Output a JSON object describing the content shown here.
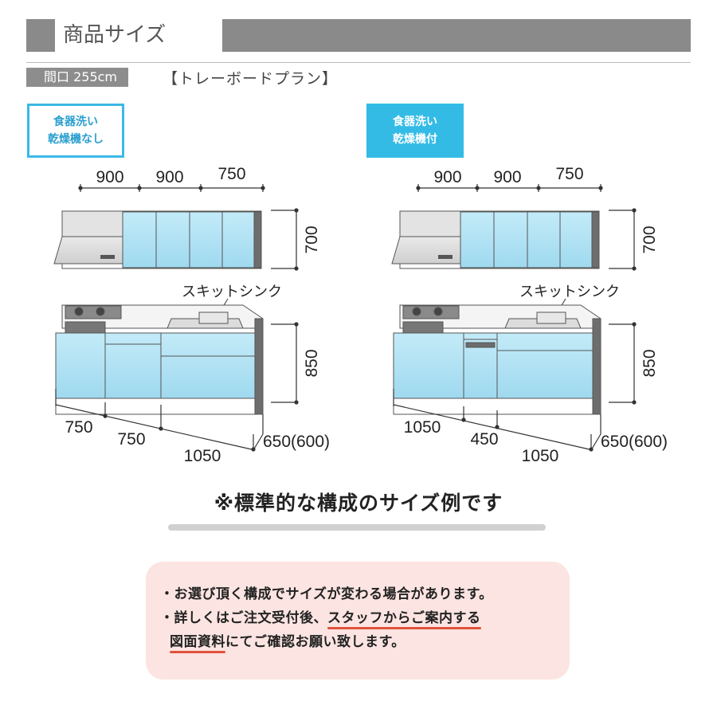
{
  "header": {
    "title": "商品サイズ",
    "spec_tag": "間口 255cm",
    "plan_label": "【トレーボードプラン】"
  },
  "left_plan": {
    "badge_line1": "食器洗い",
    "badge_line2": "乾燥機なし",
    "upper_widths": [
      "900",
      "900",
      "750"
    ],
    "upper_height": "700",
    "sink_label": "スキットシンク",
    "lower_height": "850",
    "lower_widths": [
      "750",
      "750",
      "1050"
    ],
    "depth": "650(600)"
  },
  "right_plan": {
    "badge_line1": "食器洗い",
    "badge_line2": "乾燥機付",
    "upper_widths": [
      "900",
      "900",
      "750"
    ],
    "upper_height": "700",
    "sink_label": "スキットシンク",
    "lower_height": "850",
    "lower_widths": [
      "1050",
      "450",
      "1050"
    ],
    "depth": "650(600)"
  },
  "standard_note": "※標準的な構成のサイズ例です",
  "info": {
    "line1": "・お選び頂く構成でサイズが変わる場合があります。",
    "line2_a": "・詳しくはご注文受付後、",
    "line2_b": "スタッフからご案内する",
    "line3_a": "図面資料",
    "line3_b": "にてご確認お願い致します。"
  },
  "colors": {
    "header_gray": "#8a8a8a",
    "cabinet_blue": "#aee0f2",
    "badge_blue": "#33bbe6",
    "info_bg": "#fbe4e1",
    "underline_red": "#e2523b"
  }
}
